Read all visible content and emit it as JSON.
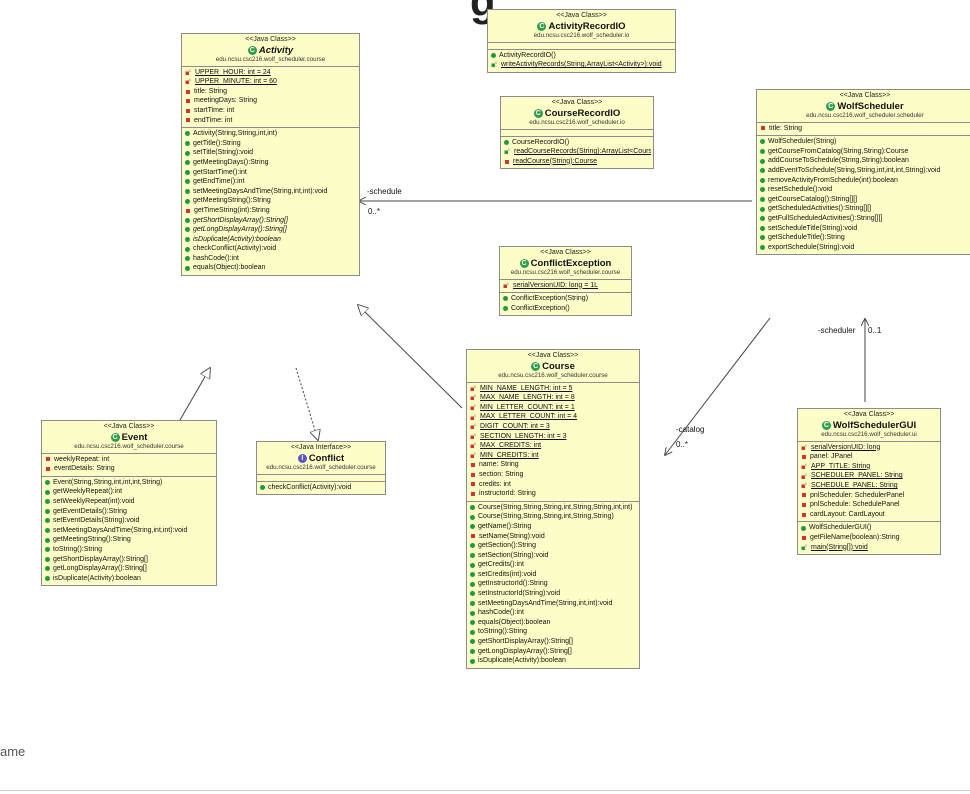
{
  "page": {
    "title_fragment": "g",
    "left_fragment": "ame"
  },
  "colors": {
    "box_fill": "#fdfdc8",
    "border": "#8c8c8c",
    "public": "#1f9a3c",
    "private": "#d23333"
  },
  "classes": {
    "activity": {
      "stereotype": "<<Java Class>>",
      "name": "Activity",
      "pkg": "edu.ncsu.csc216.wolf_scheduler.course",
      "attrs": [
        {
          "t": "UPPER_HOUR: int = 24",
          "k": "sf"
        },
        {
          "t": "UPPER_MINUTE: int = 60",
          "k": "sf"
        },
        {
          "t": "title: String",
          "k": "priv"
        },
        {
          "t": "meetingDays: String",
          "k": "priv"
        },
        {
          "t": "startTime: int",
          "k": "priv"
        },
        {
          "t": "endTime: int",
          "k": "priv"
        }
      ],
      "ops": [
        {
          "t": "Activity(String,String,int,int)",
          "k": "con"
        },
        {
          "t": "getTitle():String",
          "k": "pub"
        },
        {
          "t": "setTitle(String):void",
          "k": "pub"
        },
        {
          "t": "getMeetingDays():String",
          "k": "pub"
        },
        {
          "t": "getStartTime():int",
          "k": "pub"
        },
        {
          "t": "getEndTime():int",
          "k": "pub"
        },
        {
          "t": "setMeetingDaysAndTime(String,int,int):void",
          "k": "pub"
        },
        {
          "t": "getMeetingString():String",
          "k": "pub"
        },
        {
          "t": "getTimeString(int):String",
          "k": "priv"
        },
        {
          "t": "getShortDisplayArray():String[]",
          "k": "ab"
        },
        {
          "t": "getLongDisplayArray():String[]",
          "k": "ab"
        },
        {
          "t": "isDuplicate(Activity):boolean",
          "k": "ab"
        },
        {
          "t": "checkConflict(Activity):void",
          "k": "pub"
        },
        {
          "t": "hashCode():int",
          "k": "pub"
        },
        {
          "t": "equals(Object):boolean",
          "k": "pub"
        }
      ]
    },
    "activityRecordIO": {
      "stereotype": "<<Java Class>>",
      "name": "ActivityRecordIO",
      "pkg": "edu.ncsu.csc216.wolf_scheduler.io",
      "attrs": [],
      "ops": [
        {
          "t": "ActivityRecordIO()",
          "k": "con"
        },
        {
          "t": "writeActivityRecords(String,ArrayList<Activity>):void",
          "k": "sfop"
        }
      ]
    },
    "courseRecordIO": {
      "stereotype": "<<Java Class>>",
      "name": "CourseRecordIO",
      "pkg": "edu.ncsu.csc216.wolf_scheduler.io",
      "attrs": [],
      "ops": [
        {
          "t": "CourseRecordIO()",
          "k": "con"
        },
        {
          "t": "readCourseRecords(String):ArrayList<Course>",
          "k": "sfop"
        },
        {
          "t": "readCourse(String):Course",
          "k": "privst"
        }
      ]
    },
    "wolfScheduler": {
      "stereotype": "<<Java Class>>",
      "name": "WolfScheduler",
      "pkg": "edu.ncsu.csc216.wolf_scheduler.scheduler",
      "attrs": [
        {
          "t": "title: String",
          "k": "priv"
        }
      ],
      "ops": [
        {
          "t": "WolfScheduler(String)",
          "k": "con"
        },
        {
          "t": "getCourseFromCatalog(String,String):Course",
          "k": "pub"
        },
        {
          "t": "addCourseToSchedule(String,String):boolean",
          "k": "pub"
        },
        {
          "t": "addEventToSchedule(String,String,int,int,int,String):void",
          "k": "pub"
        },
        {
          "t": "removeActivityFromSchedule(int):boolean",
          "k": "pub"
        },
        {
          "t": "resetSchedule():void",
          "k": "pub"
        },
        {
          "t": "getCourseCatalog():String[][]",
          "k": "pub"
        },
        {
          "t": "getScheduledActivities():String[][]",
          "k": "pub"
        },
        {
          "t": "getFullScheduledActivities():String[][]",
          "k": "pub"
        },
        {
          "t": "setScheduleTitle(String):void",
          "k": "pub"
        },
        {
          "t": "getScheduleTitle():String",
          "k": "pub"
        },
        {
          "t": "exportSchedule(String):void",
          "k": "pub"
        }
      ]
    },
    "conflictException": {
      "stereotype": "<<Java Class>>",
      "name": "ConflictException",
      "pkg": "edu.ncsu.csc216.wolf_scheduler.course",
      "attrs": [
        {
          "t": "serialVersionUID: long = 1L",
          "k": "sf"
        }
      ],
      "ops": [
        {
          "t": "ConflictException(String)",
          "k": "con"
        },
        {
          "t": "ConflictException()",
          "k": "con"
        }
      ]
    },
    "event": {
      "stereotype": "<<Java Class>>",
      "name": "Event",
      "pkg": "edu.ncsu.csc216.wolf_scheduler.course",
      "attrs": [
        {
          "t": "weeklyRepeat: int",
          "k": "priv"
        },
        {
          "t": "eventDetails: String",
          "k": "priv"
        }
      ],
      "ops": [
        {
          "t": "Event(String,String,int,int,int,String)",
          "k": "con"
        },
        {
          "t": "getWeeklyRepeat():int",
          "k": "pub"
        },
        {
          "t": "setWeeklyRepeat(int):void",
          "k": "pub"
        },
        {
          "t": "getEventDetails():String",
          "k": "pub"
        },
        {
          "t": "setEventDetails(String):void",
          "k": "pub"
        },
        {
          "t": "setMeetingDaysAndTime(String,int,int):void",
          "k": "pub"
        },
        {
          "t": "getMeetingString():String",
          "k": "pub"
        },
        {
          "t": "toString():String",
          "k": "pub"
        },
        {
          "t": "getShortDisplayArray():String[]",
          "k": "pub"
        },
        {
          "t": "getLongDisplayArray():String[]",
          "k": "pub"
        },
        {
          "t": "isDuplicate(Activity):boolean",
          "k": "pub"
        }
      ]
    },
    "conflict": {
      "stereotype": "<<Java Interface>>",
      "name": "Conflict",
      "pkg": "edu.ncsu.csc216.wolf_scheduler.course",
      "attrs": [],
      "ops": [
        {
          "t": "checkConflict(Activity):void",
          "k": "pub"
        }
      ]
    },
    "course": {
      "stereotype": "<<Java Class>>",
      "name": "Course",
      "pkg": "edu.ncsu.csc216.wolf_scheduler.course",
      "attrs": [
        {
          "t": "MIN_NAME_LENGTH: int = 5",
          "k": "sf"
        },
        {
          "t": "MAX_NAME_LENGTH: int = 8",
          "k": "sf"
        },
        {
          "t": "MIN_LETTER_COUNT: int = 1",
          "k": "sf"
        },
        {
          "t": "MAX_LETTER_COUNT: int = 4",
          "k": "sf"
        },
        {
          "t": "DIGIT_COUNT: int = 3",
          "k": "sf"
        },
        {
          "t": "SECTION_LENGTH: int = 3",
          "k": "sf"
        },
        {
          "t": "MAX_CREDITS: int",
          "k": "sf"
        },
        {
          "t": "MIN_CREDITS: int",
          "k": "sf"
        },
        {
          "t": "name: String",
          "k": "priv"
        },
        {
          "t": "section: String",
          "k": "priv"
        },
        {
          "t": "credits: int",
          "k": "priv"
        },
        {
          "t": "instructorId: String",
          "k": "priv"
        }
      ],
      "ops": [
        {
          "t": "Course(String,String,String,int,String,String,int,int)",
          "k": "con"
        },
        {
          "t": "Course(String,String,String,int,String,String)",
          "k": "con"
        },
        {
          "t": "getName():String",
          "k": "pub"
        },
        {
          "t": "setName(String):void",
          "k": "priv"
        },
        {
          "t": "getSection():String",
          "k": "pub"
        },
        {
          "t": "setSection(String):void",
          "k": "pub"
        },
        {
          "t": "getCredits():int",
          "k": "pub"
        },
        {
          "t": "setCredits(int):void",
          "k": "pub"
        },
        {
          "t": "getInstructorId():String",
          "k": "pub"
        },
        {
          "t": "setInstructorId(String):void",
          "k": "pub"
        },
        {
          "t": "setMeetingDaysAndTime(String,int,int):void",
          "k": "pub"
        },
        {
          "t": "hashCode():int",
          "k": "pub"
        },
        {
          "t": "equals(Object):boolean",
          "k": "pub"
        },
        {
          "t": "toString():String",
          "k": "pub"
        },
        {
          "t": "getShortDisplayArray():String[]",
          "k": "pub"
        },
        {
          "t": "getLongDisplayArray():String[]",
          "k": "pub"
        },
        {
          "t": "isDuplicate(Activity):boolean",
          "k": "pub"
        }
      ]
    },
    "wolfSchedulerGUI": {
      "stereotype": "<<Java Class>>",
      "name": "WolfSchedulerGUI",
      "pkg": "edu.ncsu.csc216.wolf_scheduler.ui",
      "attrs": [
        {
          "t": "serialVersionUID: long",
          "k": "sf"
        },
        {
          "t": "panel: JPanel",
          "k": "priv"
        },
        {
          "t": "APP_TITLE: String",
          "k": "sf"
        },
        {
          "t": "SCHEDULER_PANEL: String",
          "k": "sf"
        },
        {
          "t": "SCHEDULE_PANEL: String",
          "k": "sf"
        },
        {
          "t": "pnlScheduler: SchedulerPanel",
          "k": "priv"
        },
        {
          "t": "pnlSchedule: SchedulePanel",
          "k": "priv"
        },
        {
          "t": "cardLayout: CardLayout",
          "k": "priv"
        }
      ],
      "ops": [
        {
          "t": "WolfSchedulerGUI()",
          "k": "con"
        },
        {
          "t": "getFileName(boolean):String",
          "k": "priv"
        },
        {
          "t": "main(String[]):void",
          "k": "sfop"
        }
      ]
    }
  },
  "labels": {
    "schedule_role": "-schedule",
    "schedule_mult": "0..*",
    "catalog_role": "-catalog",
    "catalog_mult": "0..*",
    "scheduler_role": "-scheduler",
    "scheduler_mult": "0..1"
  }
}
